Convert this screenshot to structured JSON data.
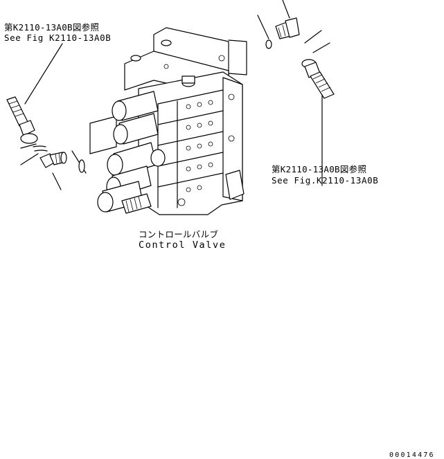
{
  "labels": {
    "ref_left_jp": "第K2110-13A0B図参照",
    "ref_left_en": "See Fig K2110-13A0B",
    "ref_right_jp": "第K2110-13A0B図参照",
    "ref_right_en": "See Fig.K2110-13A0B",
    "part_name_jp": "コントロールバルブ",
    "part_name_en": "Control Valve",
    "drawing_id": "00014476"
  }
}
